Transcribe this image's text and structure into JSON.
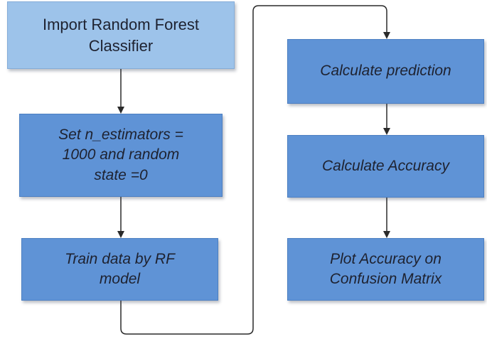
{
  "diagram": {
    "nodes": [
      {
        "id": "import",
        "label": "Import Random Forest\nClassifier",
        "style": "light",
        "italic": false
      },
      {
        "id": "set",
        "label": "Set n_estimators =\n1000 and random\nstate =0",
        "style": "dark",
        "italic": true
      },
      {
        "id": "train",
        "label": "Train data by RF\nmodel",
        "style": "dark",
        "italic": true
      },
      {
        "id": "predict",
        "label": "Calculate prediction",
        "style": "dark",
        "italic": true
      },
      {
        "id": "accuracy",
        "label": "Calculate Accuracy",
        "style": "dark",
        "italic": true
      },
      {
        "id": "plot",
        "label": "Plot Accuracy on\nConfusion Matrix",
        "style": "dark",
        "italic": true
      }
    ],
    "edges": [
      {
        "from": "import",
        "to": "set"
      },
      {
        "from": "set",
        "to": "train"
      },
      {
        "from": "train",
        "to": "predict"
      },
      {
        "from": "predict",
        "to": "accuracy"
      },
      {
        "from": "accuracy",
        "to": "plot"
      }
    ],
    "colors": {
      "light_box": "#9dc3ea",
      "dark_box": "#5f93d6",
      "text": "#1e2230",
      "connector": "#2a2a2a"
    }
  }
}
